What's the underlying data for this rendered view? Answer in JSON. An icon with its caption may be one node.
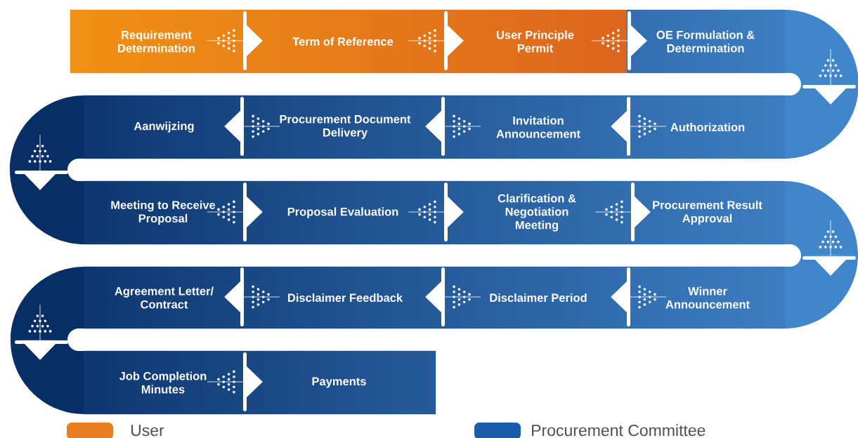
{
  "diagram": {
    "nodes": [
      {
        "text": [
          "Requirement Determination"
        ]
      },
      {
        "text": [
          "Term of Reference"
        ]
      },
      {
        "text": [
          "User Principle Permit"
        ]
      },
      {
        "text": [
          "OE Formulation & Determination"
        ]
      },
      {
        "text": [
          "Aanwijzing"
        ]
      },
      {
        "text": [
          "Procurement Document Delivery"
        ]
      },
      {
        "text": [
          "Invitation Announcement"
        ]
      },
      {
        "text": [
          "Authorization"
        ]
      },
      {
        "text": [
          "Meeting to Receive Proposal"
        ]
      },
      {
        "text": [
          "Proposal Evaluation"
        ]
      },
      {
        "text": [
          "Clarification & Negotiation Meeting"
        ]
      },
      {
        "text": [
          "Procurement Result Approval"
        ]
      },
      {
        "text": [
          "Agreement Letter/ Contract"
        ]
      },
      {
        "text": [
          "Disclaimer Feedback"
        ]
      },
      {
        "text": [
          "Disclaimer Period"
        ]
      },
      {
        "text": [
          "Winner Announcement"
        ]
      },
      {
        "text": [
          "Job Completion Minutes"
        ]
      },
      {
        "text": [
          "Payments"
        ]
      }
    ],
    "edges": [
      {
        "from": 0,
        "to": 1,
        "arrow": "to"
      },
      {
        "from": 1,
        "to": 2,
        "arrow": "to"
      },
      {
        "from": 2,
        "to": 3,
        "arrow": "to"
      },
      {
        "from": 3,
        "to": 7,
        "arrow": "to"
      },
      {
        "from": 7,
        "to": 6,
        "arrow": "to"
      },
      {
        "from": 6,
        "to": 5,
        "arrow": "to"
      },
      {
        "from": 5,
        "to": 4,
        "arrow": "to"
      },
      {
        "from": 4,
        "to": 8,
        "arrow": "to"
      },
      {
        "from": 8,
        "to": 9,
        "arrow": "to"
      },
      {
        "from": 9,
        "to": 10,
        "arrow": "to"
      },
      {
        "from": 10,
        "to": 11,
        "arrow": "to"
      },
      {
        "from": 11,
        "to": 15,
        "arrow": "to"
      },
      {
        "from": 15,
        "to": 14,
        "arrow": "to"
      },
      {
        "from": 14,
        "to": 13,
        "arrow": "to"
      },
      {
        "from": 13,
        "to": 12,
        "arrow": "to"
      },
      {
        "from": 12,
        "to": 16,
        "arrow": "to"
      },
      {
        "from": 16,
        "to": 17,
        "arrow": "to"
      }
    ],
    "legend": [
      {
        "text": "User",
        "color": "#e87d22"
      },
      {
        "text": "Procurement Committee",
        "color": "#1b5da9"
      }
    ]
  }
}
